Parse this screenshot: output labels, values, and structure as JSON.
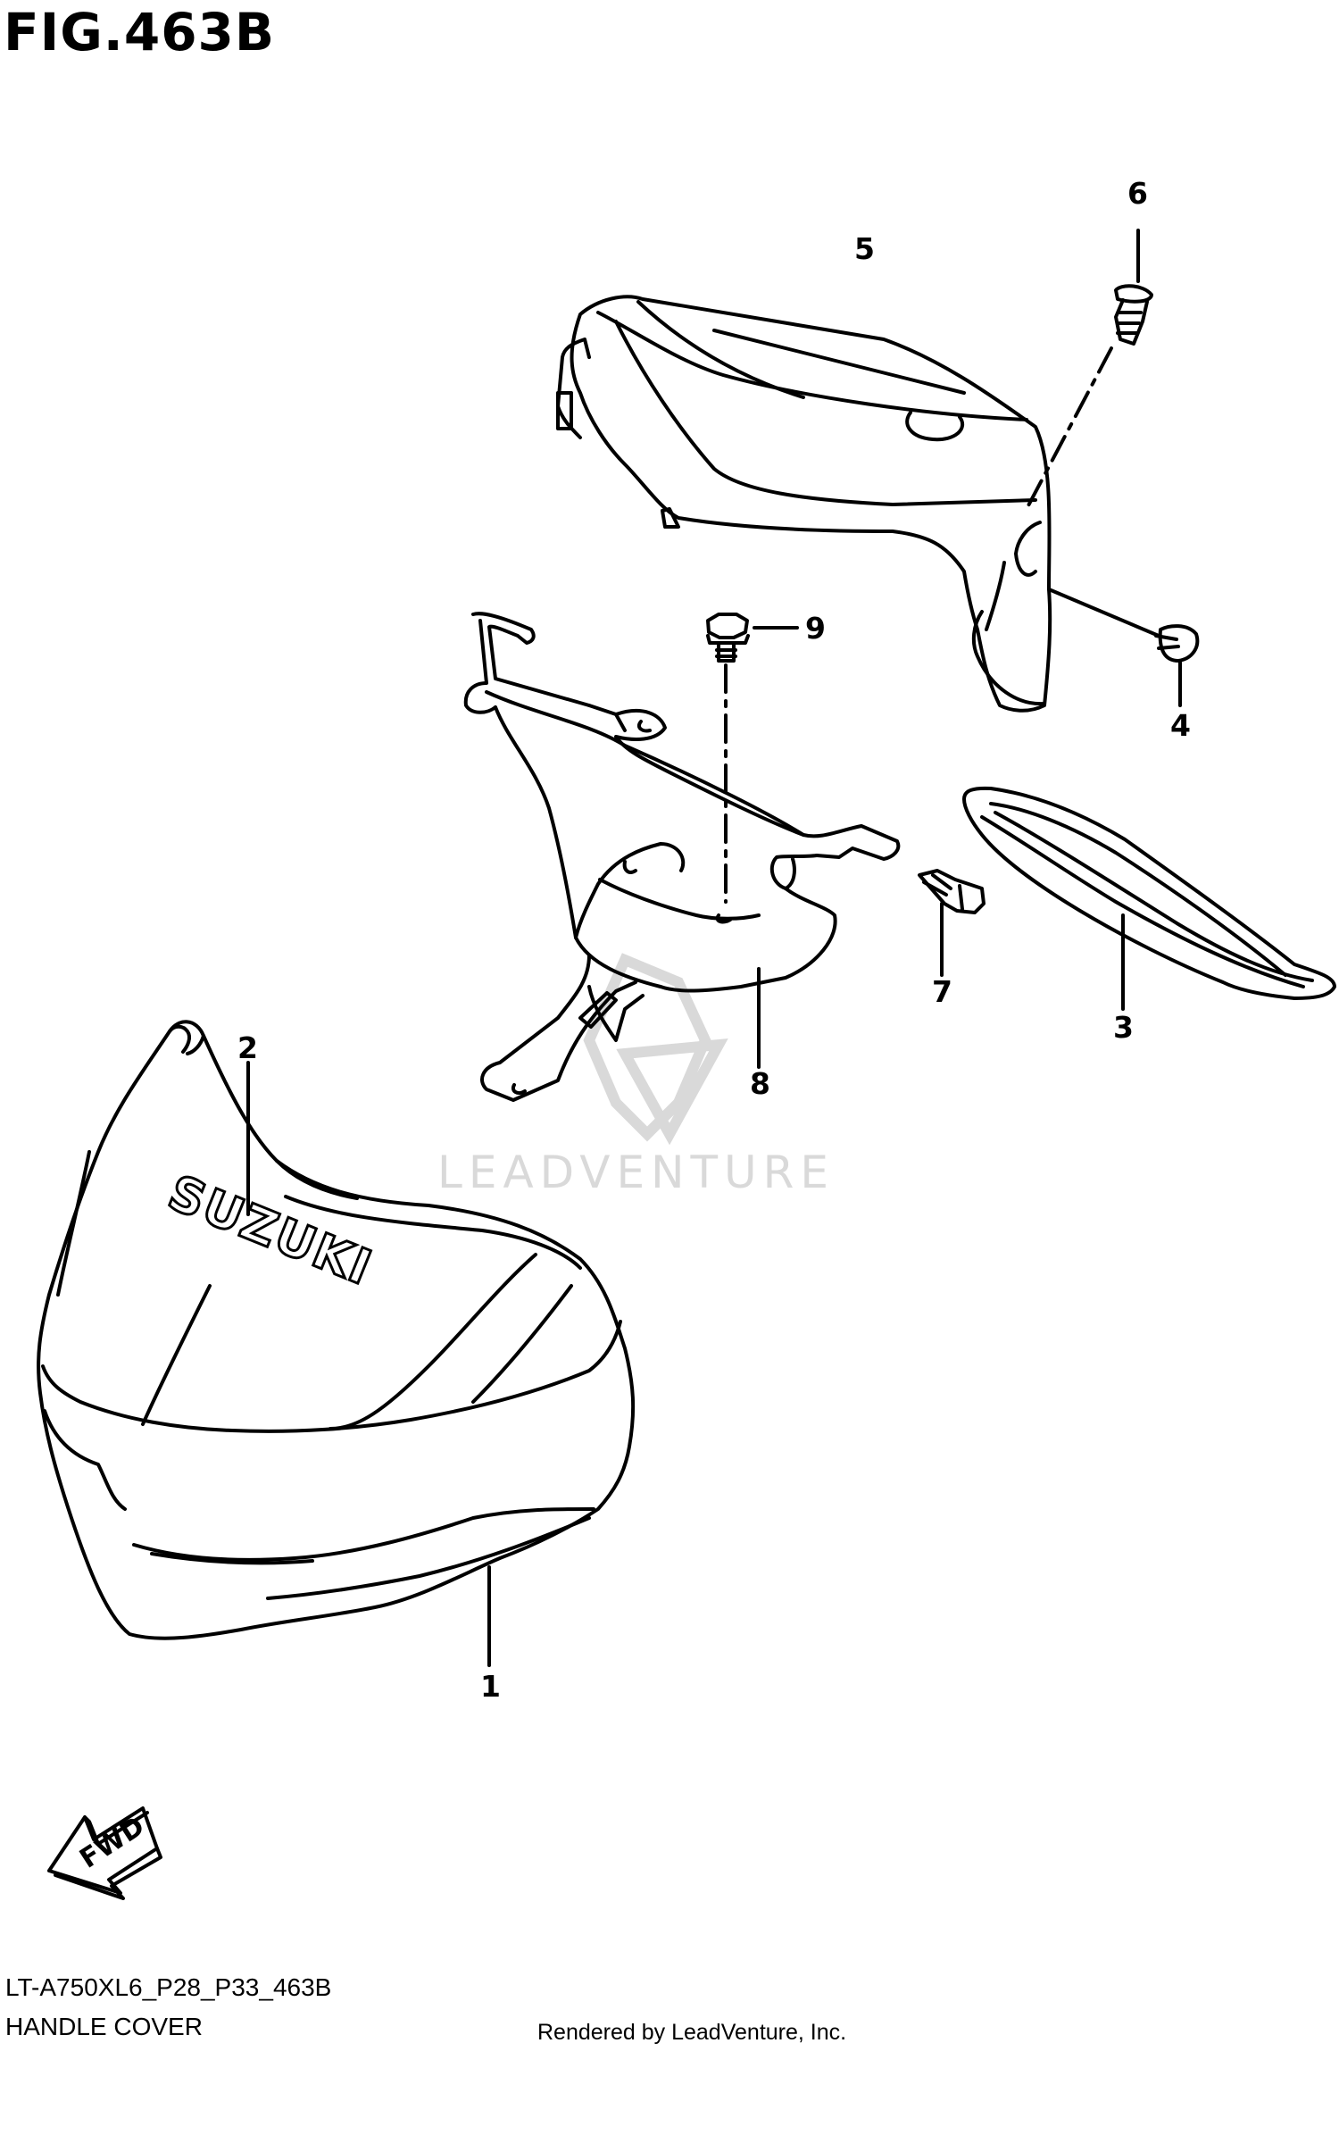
{
  "figure": {
    "title": "FIG.463B"
  },
  "callouts": [
    {
      "id": "1",
      "label": "1"
    },
    {
      "id": "2",
      "label": "2"
    },
    {
      "id": "3",
      "label": "3"
    },
    {
      "id": "4",
      "label": "4"
    },
    {
      "id": "5",
      "label": "5"
    },
    {
      "id": "6",
      "label": "6"
    },
    {
      "id": "7",
      "label": "7"
    },
    {
      "id": "8",
      "label": "8"
    },
    {
      "id": "9",
      "label": "9"
    }
  ],
  "brand_mark": "SUZUKI",
  "direction_arrow": {
    "label": "FWD"
  },
  "watermark": "LEADVENTURE",
  "footer": {
    "model_code": "LT-A750XL6_P28_P33_463B",
    "caption": "HANDLE COVER",
    "rendered_by": "Rendered by LeadVenture, Inc."
  },
  "colors": {
    "line": "#000000",
    "watermark": "#d9d9d9",
    "background": "#ffffff"
  }
}
